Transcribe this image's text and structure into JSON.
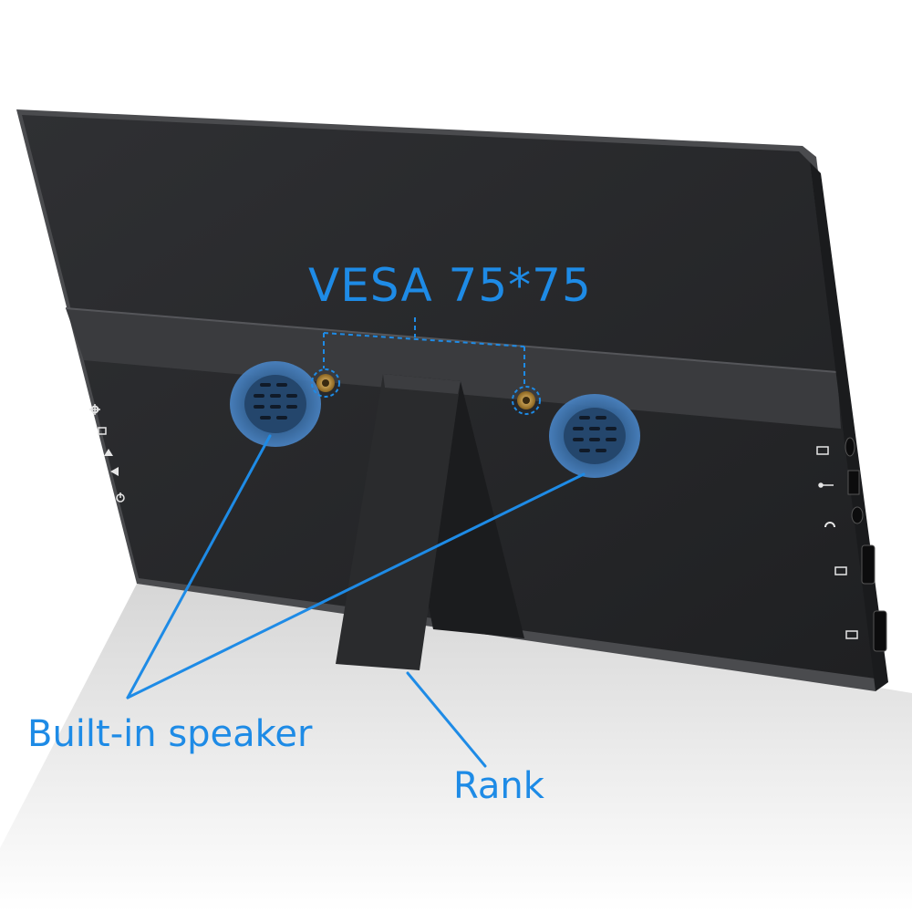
{
  "annotations": {
    "vesa": "VESA 75*75",
    "speaker": "Built-in speaker",
    "stand": "Rank"
  },
  "colors": {
    "accent": "#1e8be6",
    "bezel": "#3a3b3e",
    "panel": "#2a2b2e",
    "strip": "#323336",
    "floor": "#e4e4e4"
  },
  "icons": {
    "left_buttons": [
      "settings-icon",
      "input-source-icon",
      "up-arrow-icon",
      "down-arrow-icon",
      "power-icon"
    ],
    "right_ports": [
      "type-c-icon",
      "usb-icon",
      "headphone-icon",
      "hdmi-icon",
      "hdmi-icon"
    ]
  }
}
